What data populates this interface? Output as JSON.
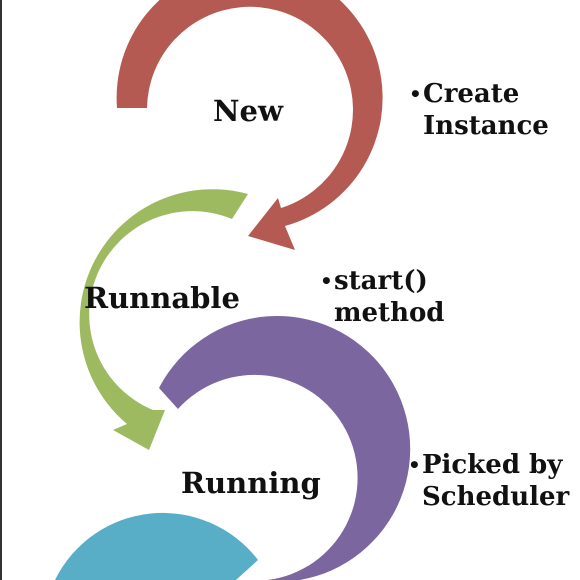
{
  "stages": [
    {
      "name": "New",
      "note_lines": [
        "Create",
        "Instance"
      ],
      "color": "#b55a52"
    },
    {
      "name": "Runnable",
      "note_lines": [
        "start()",
        "method"
      ],
      "color": "#9dba60"
    },
    {
      "name": "Running",
      "note_lines": [
        "Picked by",
        "Scheduler"
      ],
      "color": "#7b66a0"
    },
    {
      "name": "",
      "note_lines": [],
      "color": "#58aec6"
    }
  ]
}
